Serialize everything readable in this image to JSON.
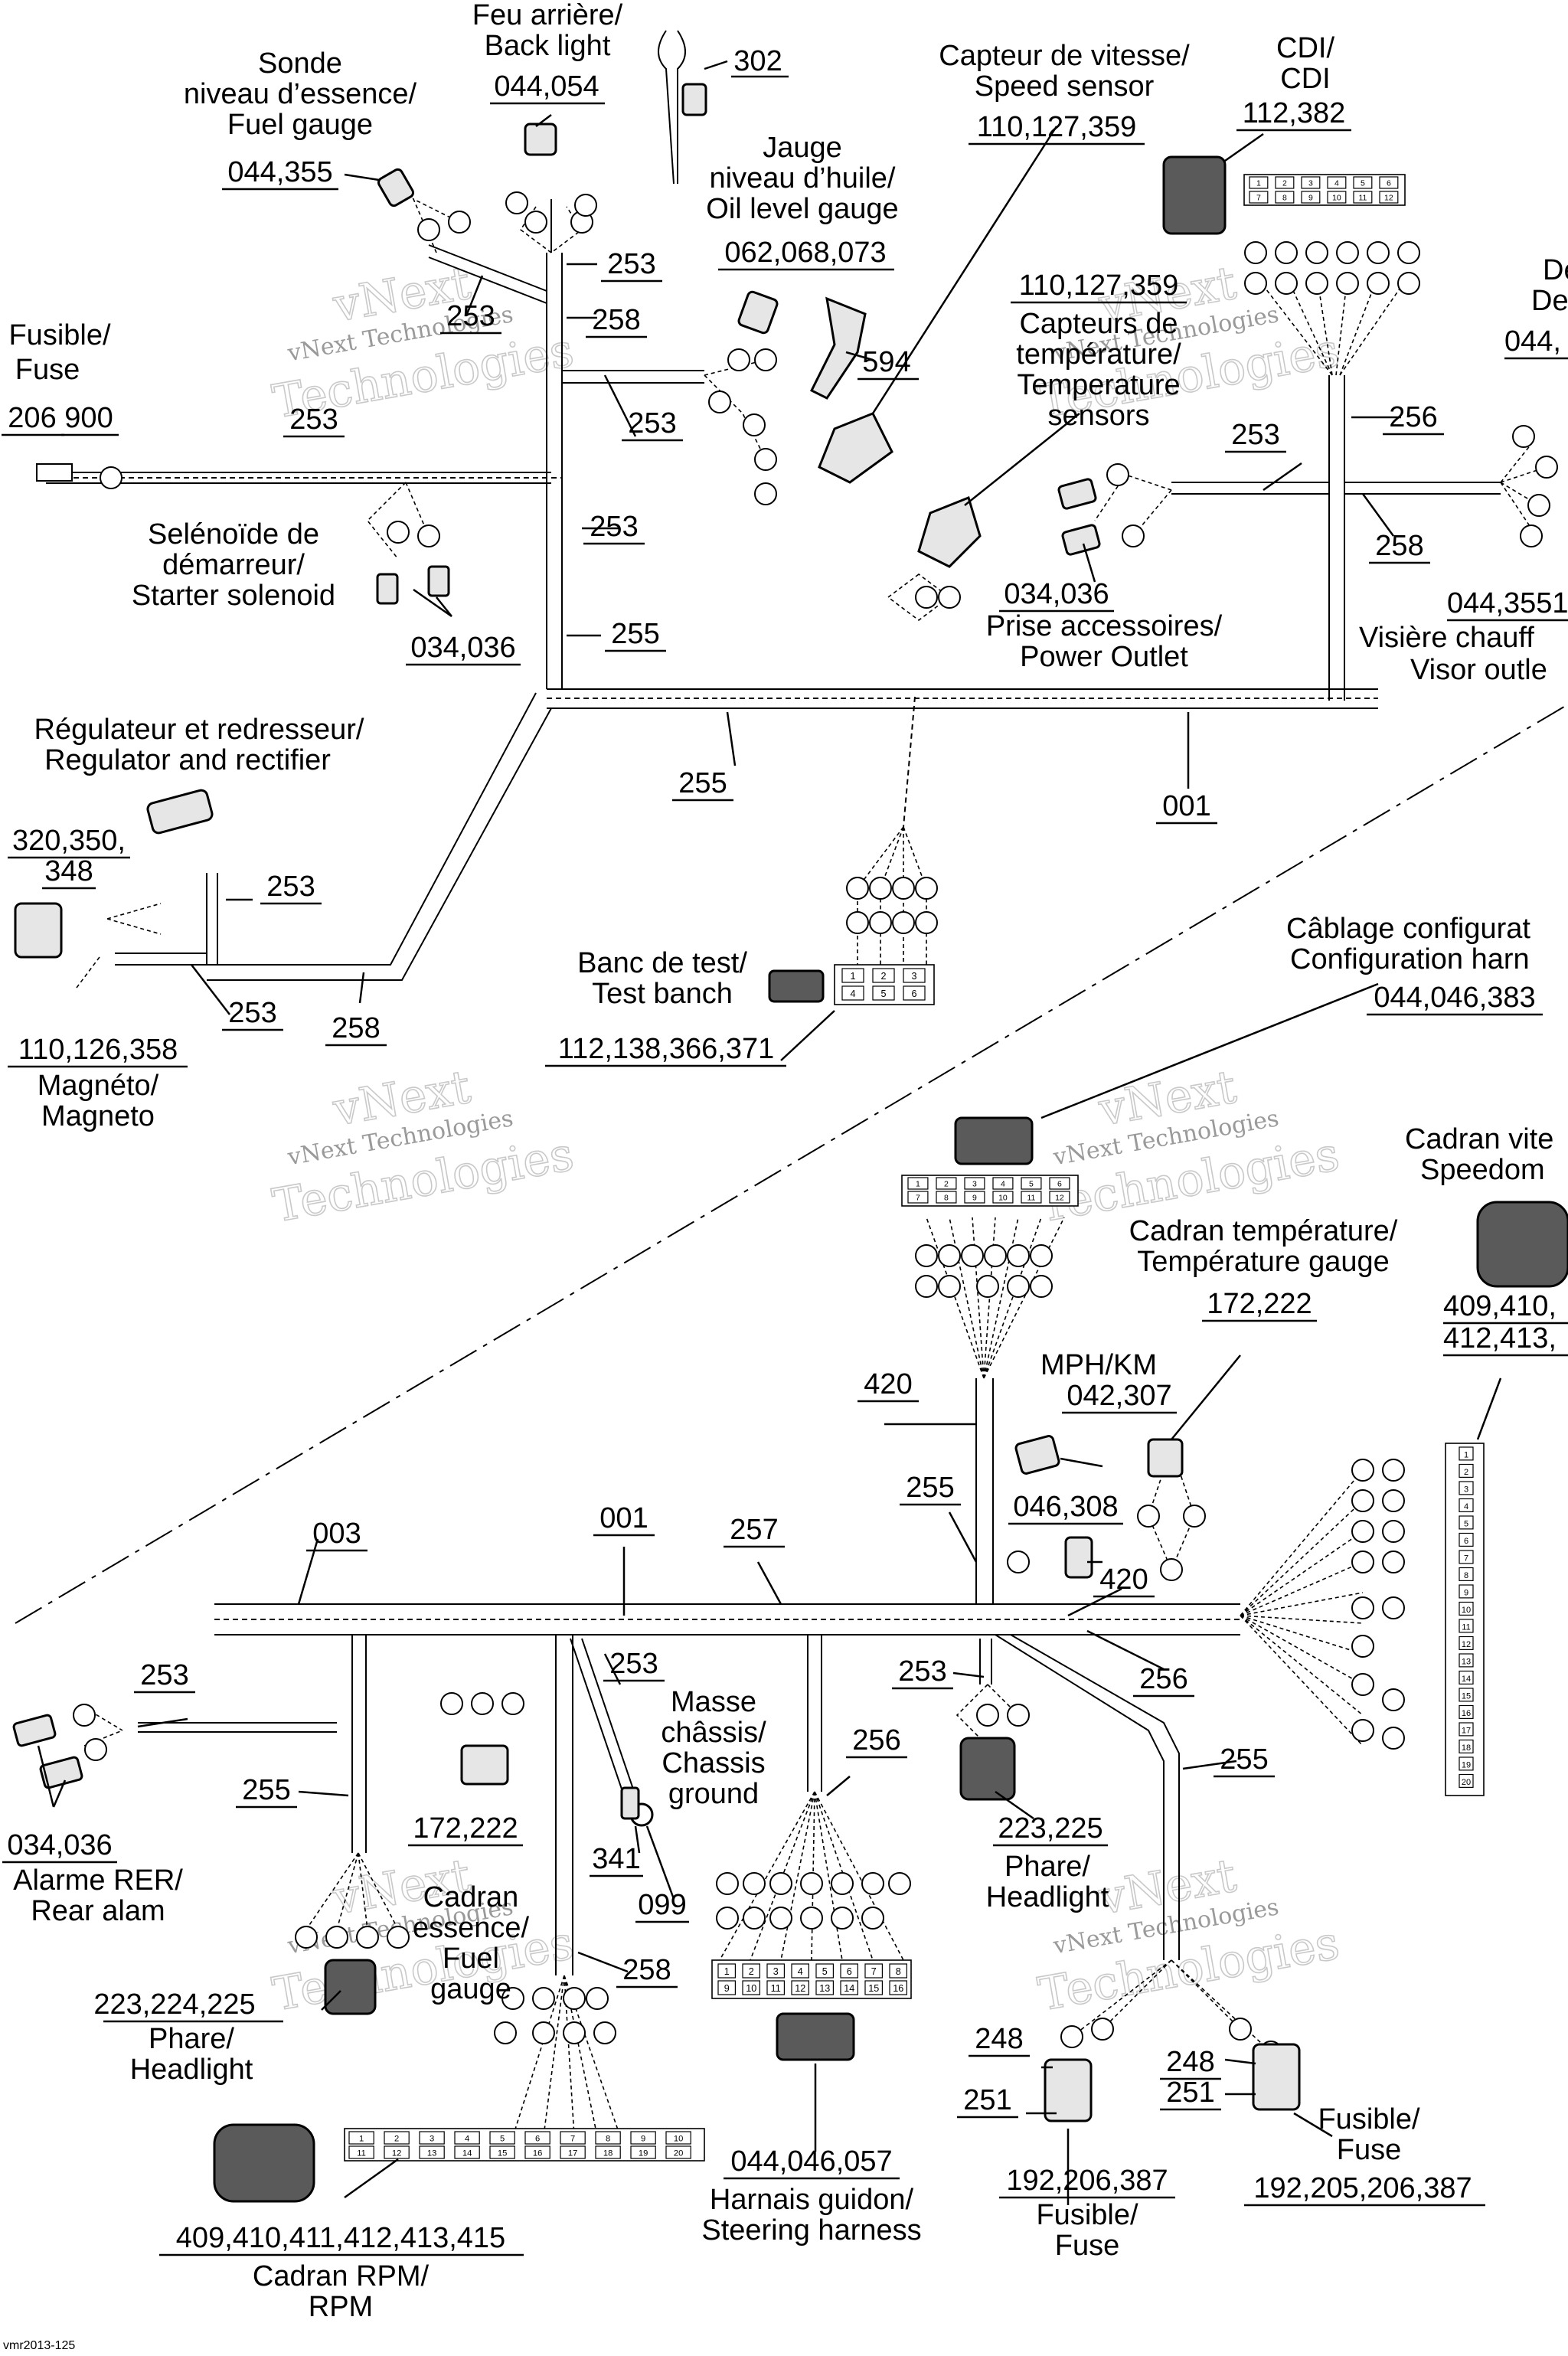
{
  "labels": {
    "fuel_gauge_sender": [
      "Sonde",
      "niveau d’essence/",
      "Fuel gauge"
    ],
    "fuel_gauge_sender_num": "044,355",
    "back_light": [
      "Feu arrière/",
      "Back light"
    ],
    "back_light_num": "044,054",
    "item_302": "302",
    "oil_level_gauge": [
      "Jauge",
      "niveau d’huile/",
      "Oil level gauge"
    ],
    "oil_level_gauge_num": "062,068,073",
    "speed_sensor": [
      "Capteur de vitesse/",
      "Speed sensor"
    ],
    "speed_sensor_num": "110,127,359",
    "cdi": [
      "CDI/",
      "CDI"
    ],
    "cdi_num": "112,382",
    "fuse_top": [
      "Fusible/",
      "Fuse"
    ],
    "fuse_top_num_a": "206",
    "fuse_top_num_b": "900",
    "item_594": "594",
    "temp_sensors_num": "110,127,359",
    "temp_sensors": [
      "Capteurs de",
      "température/",
      "Temperature",
      "sensors"
    ],
    "defrost_cut": [
      "Des",
      "De"
    ],
    "defrost_num_cut": "044,",
    "starter_solenoid": [
      "Selénoïde de",
      "démarreur/",
      "Starter solenoid"
    ],
    "starter_num": "034,036",
    "power_outlet_num": "034,036",
    "power_outlet": [
      "Prise accessoires/",
      "Power Outlet"
    ],
    "visor_num": "044,3551",
    "visor": [
      "Visière chauff",
      "Visor outle"
    ],
    "regulator": [
      "Régulateur et redresseur/",
      "Regulator and rectifier"
    ],
    "regulator_num_a": "320,350,",
    "regulator_num_b": "348",
    "magneto_num": "110,126,358",
    "magneto": [
      "Magnéto/",
      "Magneto"
    ],
    "test_bench": [
      "Banc de test/",
      "Test banch"
    ],
    "test_bench_num": "112,138,366,371",
    "config_harness": [
      "Câblage configurat",
      "Configuration harn"
    ],
    "config_harness_num": "044,046,383",
    "speedometer": [
      "Cadran vite",
      "Speedom"
    ],
    "speedometer_num_a": "409,410,",
    "speedometer_num_b": "412,413,",
    "temp_gauge": [
      "Cadran température/",
      "Température gauge"
    ],
    "temp_gauge_num": "172,222",
    "mph_km": [
      "MPH/KM",
      "042,307"
    ],
    "item_046308": "046,308",
    "rear_alarm_num": "034,036",
    "rear_alarm": [
      "Alarme RER/",
      "Rear alam"
    ],
    "chassis_ground": [
      "Masse",
      "châssis/",
      "Chassis",
      "ground"
    ],
    "fuel_gauge_dial": [
      "Cadran",
      "essence/",
      "Fuel",
      "gauge"
    ],
    "fuel_gauge_dial_num": "172,222",
    "headlight_left_num": "223,224,225",
    "headlight_left": [
      "Phare/",
      "Headlight"
    ],
    "headlight_right_num": "223,225",
    "headlight_right": [
      "Phare/",
      "Headlight"
    ],
    "rpm_num": "409,410,411,412,413,415",
    "rpm": [
      "Cadran RPM/",
      "RPM"
    ],
    "steering_harness_num": "044,046,057",
    "steering_harness": [
      "Harnais guidon/",
      "Steering harness"
    ],
    "fuse_bl_num": "192,206,387",
    "fuse_bl": [
      "Fusible/",
      "Fuse"
    ],
    "fuse_br_num": "192,205,206,387",
    "fuse_br": [
      "Fusible/",
      "Fuse"
    ],
    "item_099": "099",
    "item_341": "341",
    "item_248": "248",
    "item_251": "251",
    "item_420": "420",
    "item_001": "001",
    "item_003": "003",
    "item_253": "253",
    "item_255": "255",
    "item_256": "256",
    "item_257": "257",
    "item_258": "258",
    "corner_code": "vmr2013-125"
  },
  "watermark": {
    "line1": "vNext",
    "line2": "vNext Technologies",
    "line3": "Technologies"
  },
  "connectors": {
    "cdi_pins": [
      "1",
      "2",
      "3",
      "4",
      "5",
      "6",
      "7",
      "8",
      "9",
      "10",
      "11",
      "12"
    ],
    "test_pins": [
      "1",
      "2",
      "3",
      "4",
      "5",
      "6"
    ],
    "config_pins": [
      "1",
      "2",
      "3",
      "4",
      "5",
      "6",
      "7",
      "8",
      "9",
      "10",
      "11",
      "12"
    ],
    "speedo_pins": [
      "1",
      "2",
      "3",
      "4",
      "5",
      "6",
      "7",
      "8",
      "9",
      "10",
      "11",
      "12",
      "13",
      "14",
      "15",
      "16",
      "17",
      "18",
      "19",
      "20"
    ],
    "rpm_pins": [
      "1",
      "2",
      "3",
      "4",
      "5",
      "6",
      "7",
      "8",
      "9",
      "10",
      "11",
      "12",
      "13",
      "14",
      "15",
      "16",
      "17",
      "18",
      "19",
      "20"
    ],
    "steering_pins": [
      "1",
      "2",
      "3",
      "4",
      "5",
      "6",
      "7",
      "8",
      "9",
      "10",
      "11",
      "12",
      "13",
      "14",
      "15",
      "16"
    ]
  }
}
